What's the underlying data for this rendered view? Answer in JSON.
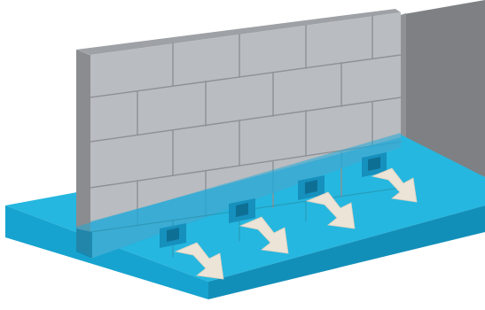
{
  "illustration": {
    "subject": "block-wall-with-weep-openings-and-water-flow",
    "colors": {
      "background": "#ffffff",
      "wall_face": "#b8bbbf",
      "wall_face_light": "#c3c6c9",
      "wall_side": "#8a8c8f",
      "wall_top": "#9ea1a5",
      "back_wall": "#7e8083",
      "mortar": "#8d9196",
      "water_top": "#25b7e0",
      "water_front": "#1a9fca",
      "water_side": "#138ab0",
      "water_overlay": "#1fa9d8",
      "arrow_fill": "#ece4d6"
    },
    "arrow_count": 4,
    "weep_opening_count": 4
  }
}
